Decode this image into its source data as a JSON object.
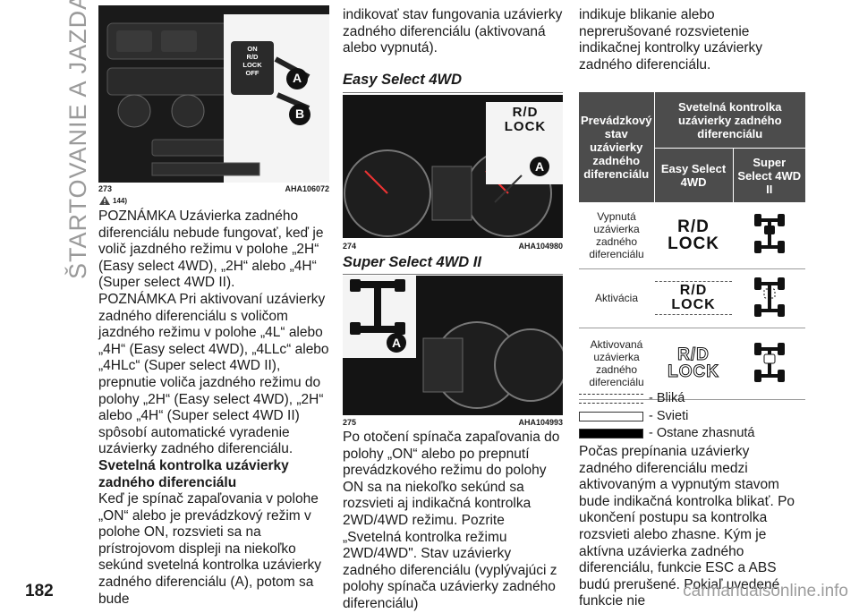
{
  "sidebar": {
    "title": "ŠTARTOVANIE A JAZDA"
  },
  "page": {
    "number": "182",
    "watermark": "carmanualsonline.info"
  },
  "figures": {
    "f273": {
      "num": "273",
      "code": "AHA106072",
      "switch_labels": [
        "ON",
        "R/D",
        "LOCK",
        "OFF"
      ],
      "callout_a": "A",
      "callout_b": "B"
    },
    "f274": {
      "num": "274",
      "code": "AHA104980",
      "label_top": "R/D",
      "label_bottom": "LOCK",
      "callout": "A"
    },
    "f275": {
      "num": "275",
      "code": "AHA104993",
      "callout": "A"
    }
  },
  "col1": {
    "warn_ref": "144)",
    "note1": "POZNÁMKA Uzávierka zadného diferenciálu nebude fungovať, keď je volič jazdného režimu v polohe „2H“ (Easy select 4WD), „2H“ alebo „4H“ (Super select 4WD II).",
    "note2": "POZNÁMKA Pri aktivovaní uzávierky zadného diferenciálu s voličom jazdného režimu v polohe „4L“ alebo „4H“ (Easy select 4WD), „4LLc“ alebo „4HLc“ (Super select 4WD II), prepnutie voliča jazdného režimu do polohy „2H“ (Easy select 4WD), „2H“ alebo „4H“ (Super select 4WD II) spôsobí automatické vyradenie uzávierky zadného diferenciálu.",
    "heading": "Svetelná kontrolka uzávierky zadného diferenciálu",
    "body": "Keď je spínač zapaľovania v polohe „ON“ alebo je prevádzkový režim v polohe ON, rozsvieti sa na prístrojovom displeji na niekoľko sekúnd svetelná kontrolka uzávierky zadného diferenciálu (A), potom sa bude"
  },
  "col2": {
    "body_top": "indikovať stav fungovania uzávierky zadného diferenciálu (aktivovaná alebo vypnutá).",
    "head_easy": "Easy Select 4WD",
    "head_super": "Super Select 4WD II",
    "body_bottom": "Po otočení spínača zapaľovania do polohy „ON“ alebo po prepnutí prevádzkového režimu do polohy ON sa na niekoľko sekúnd sa rozsvieti aj indikačná kontrolka 2WD/4WD režimu. Pozrite „Svetelná kontrolka režimu 2WD/4WD\". Stav uzávierky zadného diferenciálu (vyplývajúci z polohy spínača uzávierky zadného diferenciálu)"
  },
  "col3": {
    "body_top": "indikuje blikanie alebo neprerušované rozsvietenie indikačnej kontrolky uzávierky zadného diferenciálu.",
    "table": {
      "h_state": "Prevádzkový stav uzávierky zadného diferenciálu",
      "h_lamp": "Svetelná kontrolka uzávierky zadného diferenciálu",
      "h_easy": "Easy Select 4WD",
      "h_super": "Super Select 4WD II",
      "rows": [
        {
          "state": "Vypnutá uzávierka zadného diferenciálu",
          "easy_line1": "R/D",
          "easy_line2": "LOCK"
        },
        {
          "state": "Aktivácia",
          "easy_line1": "R/D",
          "easy_line2": "LOCK"
        },
        {
          "state": "Aktivovaná uzávierka zadného diferenciálu",
          "easy_line1": "R/D",
          "easy_line2": "LOCK"
        }
      ]
    },
    "legend": [
      "- Bliká",
      "- Svieti",
      "- Ostane zhasnutá"
    ],
    "body_bottom": "Počas prepínania uzávierky zadného diferenciálu medzi aktivovaným a vypnutým stavom bude indikačná kontrolka blikať. Po ukončení postupu sa kontrolka rozsvieti alebo zhasne. Kým je aktívna uzávierka zadného diferenciálu, funkcie ESC a ABS budú prerušené. Pokiaľ uvedené funkcie nie"
  }
}
